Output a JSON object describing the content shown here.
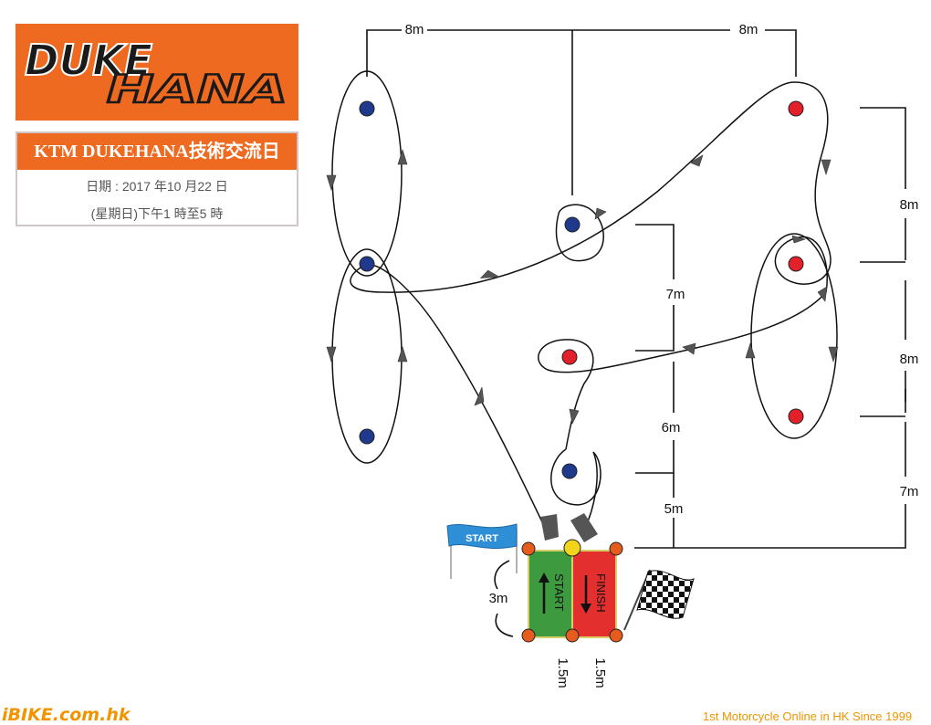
{
  "logo": {
    "line1": "DUKE",
    "line2": "HANA"
  },
  "event": {
    "title": "KTM DUKEHANA技術交流日",
    "date": "日期 : 2017 年10 月22 日",
    "time": "(星期日)下午1 時至5 時"
  },
  "course": {
    "cone_colors": {
      "blue": "#1f3a8c",
      "red": "#e4202a",
      "orange": "#e65c1c",
      "yellow": "#f2d41a"
    },
    "measurements": {
      "top_left": "8m",
      "top_right": "8m",
      "right_1": "8m",
      "right_2": "8m",
      "right_3": "7m",
      "mid_1": "7m",
      "mid_2": "6m",
      "mid_3": "5m",
      "gate_depth": "3m",
      "lane_width_left": "1.5m",
      "lane_width_right": "1.5m"
    },
    "start_lane_label": "START",
    "finish_lane_label": "FINISH",
    "start_banner": "START",
    "start_color": "#3d9a3f",
    "finish_color": "#e3302f"
  },
  "footer": {
    "site": "iBIKE.com.hk",
    "tagline": "1st  Motorcycle Online in HK Since 1999"
  }
}
